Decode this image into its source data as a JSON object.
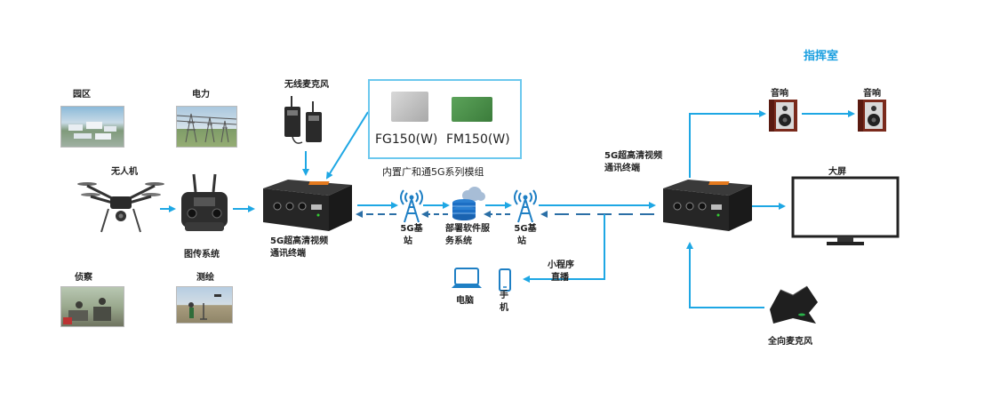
{
  "command_room": "指挥室",
  "labels": {
    "park": "园区",
    "power": "电力",
    "drone": "无人机",
    "transmission": "图传系统",
    "recon": "侦察",
    "survey": "测绘",
    "wireless_mic": "无线麦克风",
    "terminal_left_l1": "5G超高清视频",
    "terminal_left_l2": "通讯终端",
    "bs_left_l1": "5G基",
    "bs_left_l2": "站",
    "server_l1": "部署软件服",
    "server_l2": "务系统",
    "bs_right_l1": "5G基",
    "bs_right_l2": "站",
    "miniapp_l1": "小程序",
    "miniapp_l2": "直播",
    "computer": "电脑",
    "phone_l1": "手",
    "phone_l2": "机",
    "terminal_right_l1": "5G超高清视频",
    "terminal_right_l2": "通讯终端",
    "speaker_1": "音响",
    "speaker_2": "音响",
    "screen": "大屏",
    "omni_mic": "全向麦克风"
  },
  "module": {
    "name_1": "FG150(W)",
    "name_2": "FM150(W)",
    "caption": "内置广和通5G系列模组"
  },
  "colors": {
    "arrow": "#1ea7e4",
    "dashed": "#2b6fa6",
    "box_border": "#6cc8ee",
    "title": "#1a9fe0"
  }
}
